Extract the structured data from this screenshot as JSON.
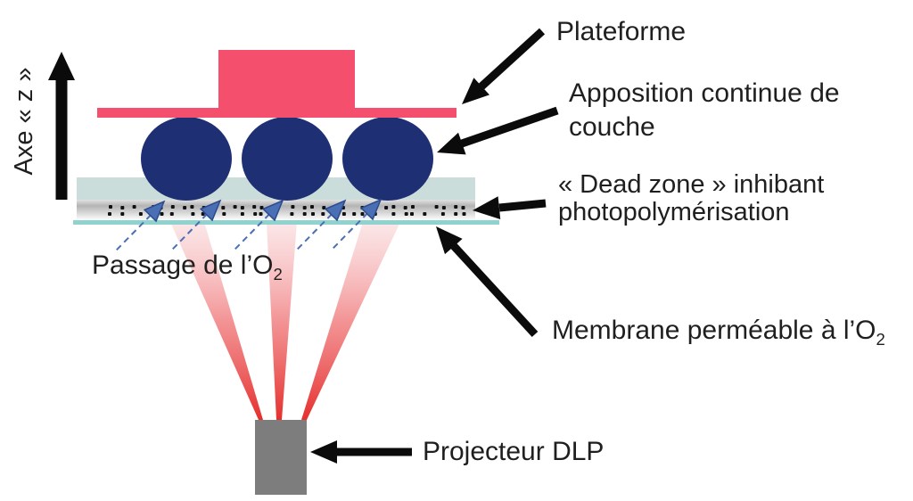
{
  "figure": {
    "axis_label": "Axe « z »",
    "labels": {
      "plateforme": "Plateforme",
      "apposition_line1": "Apposition continue de",
      "apposition_line2": "couche",
      "deadzone_line1": "« Dead zone » inhibant",
      "deadzone_line2": "photopolymérisation",
      "membrane_text": "Membrane perméable à l’O",
      "membrane_sub": "2",
      "passage_text": "Passage de l’O",
      "passage_sub": "2",
      "projecteur": "Projecteur DLP"
    },
    "colors": {
      "platform_pink": "#F4506E",
      "sphere_navy": "#1E2F74",
      "resin_teal": "#CBDDDB",
      "deadzone_gray": "#B3B3B3",
      "membrane_teal": "#8FD2CE",
      "beam_red": "#E5302E",
      "beam_pale": "#F7C9CC",
      "projector_gray": "#7D7D7D",
      "o2_arrow_blue": "#4A6FB5",
      "o2_arrow_edge": "#2B4C8C",
      "dot_black": "#111111",
      "arrow_black": "#0b0b0b"
    }
  }
}
